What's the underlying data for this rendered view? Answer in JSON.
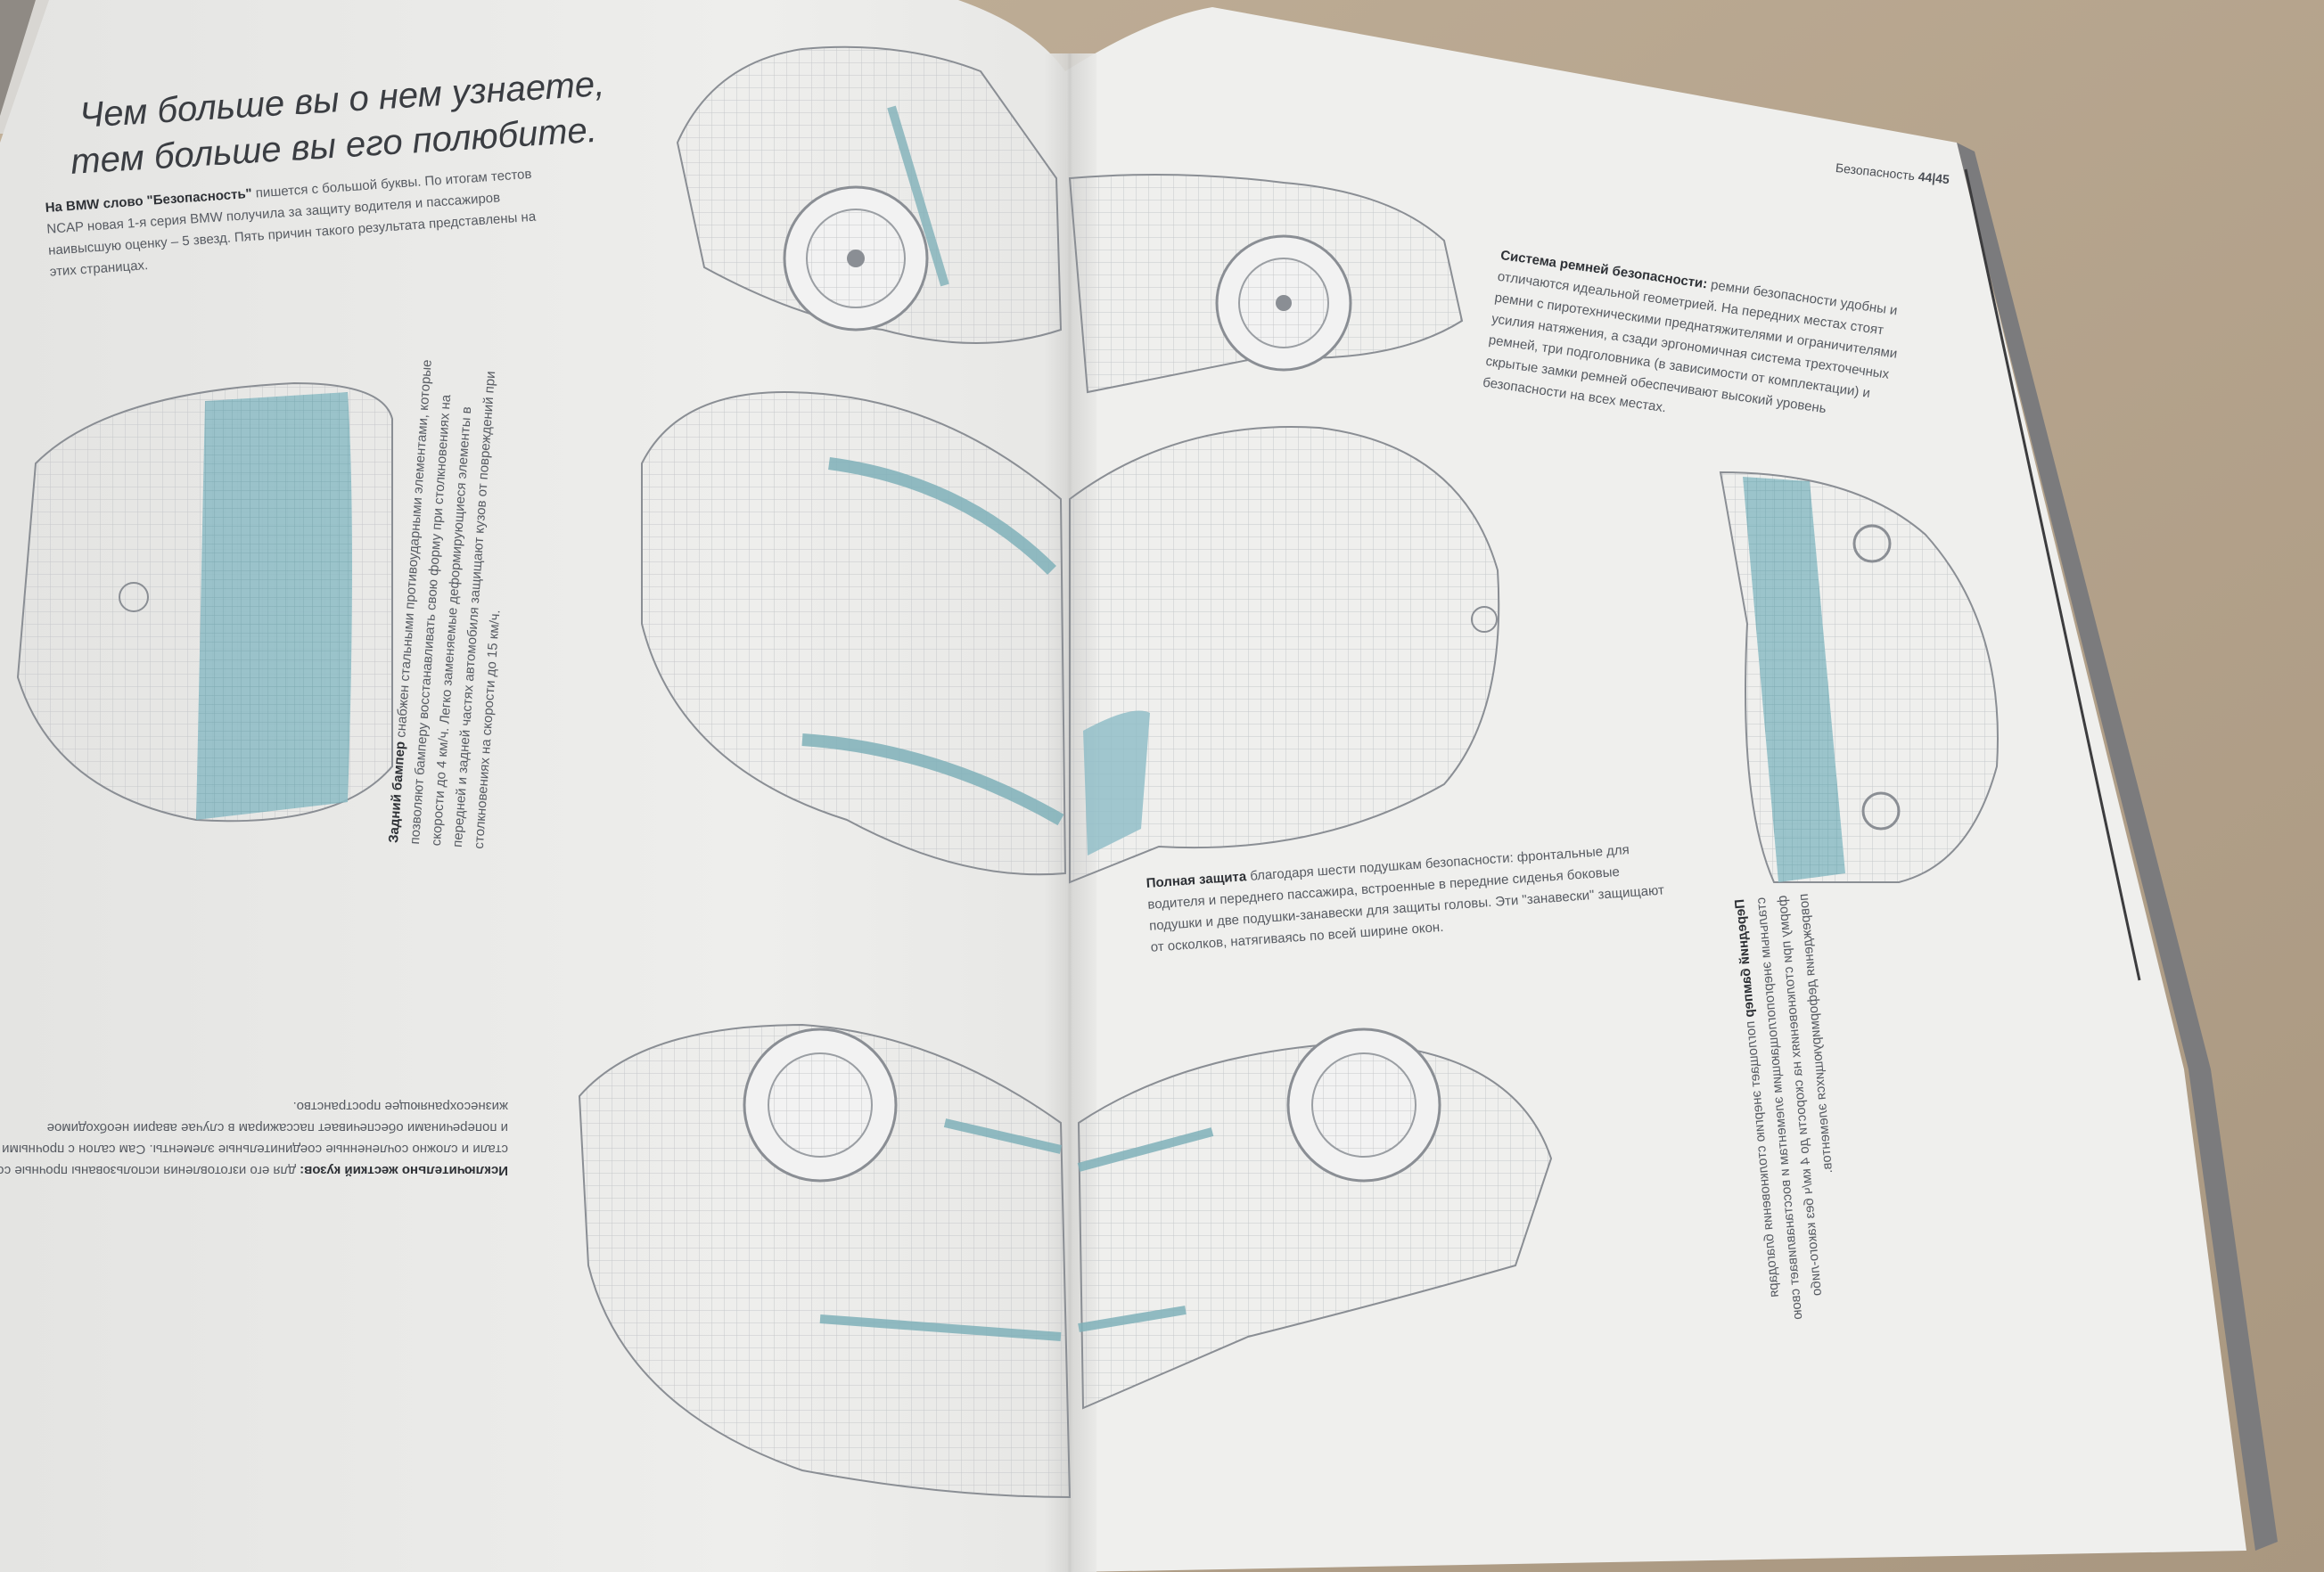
{
  "headline": {
    "line1": "Чем больше вы о нем узнаете,",
    "line2": "тем больше вы его полюбите."
  },
  "intro": {
    "lead": "На BMW слово \"Безопасность\"",
    "body": "пишется с большой буквы. По итогам тестов NCAP новая 1-я серия BMW получила за защиту водителя и пассажиров наивысшую оценку – 5 звезд. Пять причин такого результата представлены на этих страницах."
  },
  "page_header": {
    "section": "Безопасность",
    "pages": "44|45"
  },
  "rear_bumper": {
    "lead": "Задний бампер",
    "body": "снабжен стальными противоударными элементами, которые позволяют бамперу восстанавливать свою форму при столкновениях на скорости до 4 км/ч. Легко заменяемые деформирующиеся элементы в передней и задней частях автомобиля защищают кузов от повреждений при столкновениях на скорости до 15 км/ч."
  },
  "seatbelts": {
    "lead": "Система ремней безопасности:",
    "body": "ремни безопасности удобны и отличаются идеальной геометрией. На передних местах стоят ремни с пиротехническими преднатяжителями и ограничителями усилия натяжения, а сзади эргономичная система трехточечных ремней, три подголовника (в зависимости от комплектации) и скрытые замки ремней обеспечивают высокий уровень безопасности на всех местах."
  },
  "front_bumper": {
    "lead": "Передний бампер",
    "body": "поглощает энергию столкновения благодаря стальным энергопоглощающим элементам и восстанавливает свою форму при столкновениях на скорости до 4 км/ч без какого-либо повреждения деформирующихся элементов."
  },
  "airbags": {
    "lead": "Полная защита",
    "body": "благодаря шести подушкам безопасности: фронтальные для водителя и переднего пассажира, встроенные в передние сиденья боковые подушки и две подушки-занавески для защиты головы. Эти \"занавески\" защищают от осколков, натягиваясь по всей ширине окон."
  },
  "body_shell": {
    "lead": "Исключительно жесткий кузов:",
    "body": "для его изготовления использованы прочные сорта стали и сложно сочлененные соединительные элементы. Сам салон с прочными стойками и поперечинами обеспечивает пассажирам в случае аварии необходимое жизнесохраняющее пространство."
  },
  "colors": {
    "table": "#b9a78f",
    "paper": "#eeeeec",
    "wireframe": "#8a8e94",
    "highlight": "#86b9c2"
  }
}
